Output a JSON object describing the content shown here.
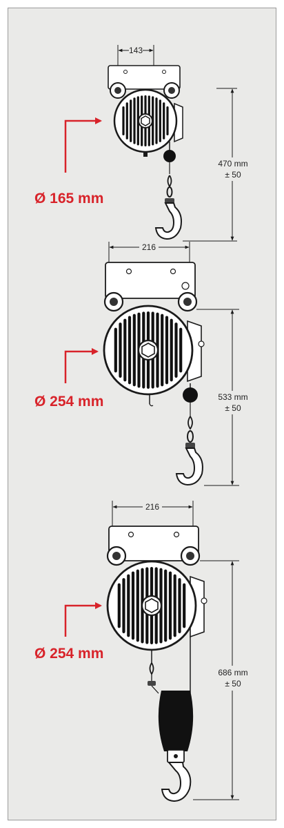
{
  "colors": {
    "panel": "#eaeae8",
    "border": "#9a9a9a",
    "accent": "#d8232a",
    "ink": "#1a1a1a"
  },
  "diagrams": [
    {
      "width_label": "143",
      "height_label": "470 mm",
      "tolerance_label": "± 50",
      "diameter_label": "Ø 165 mm"
    },
    {
      "width_label": "216",
      "height_label": "533 mm",
      "tolerance_label": "± 50",
      "diameter_label": "Ø 254 mm"
    },
    {
      "width_label": "216",
      "height_label": "686 mm",
      "tolerance_label": "± 50",
      "diameter_label": "Ø 254 mm"
    }
  ]
}
